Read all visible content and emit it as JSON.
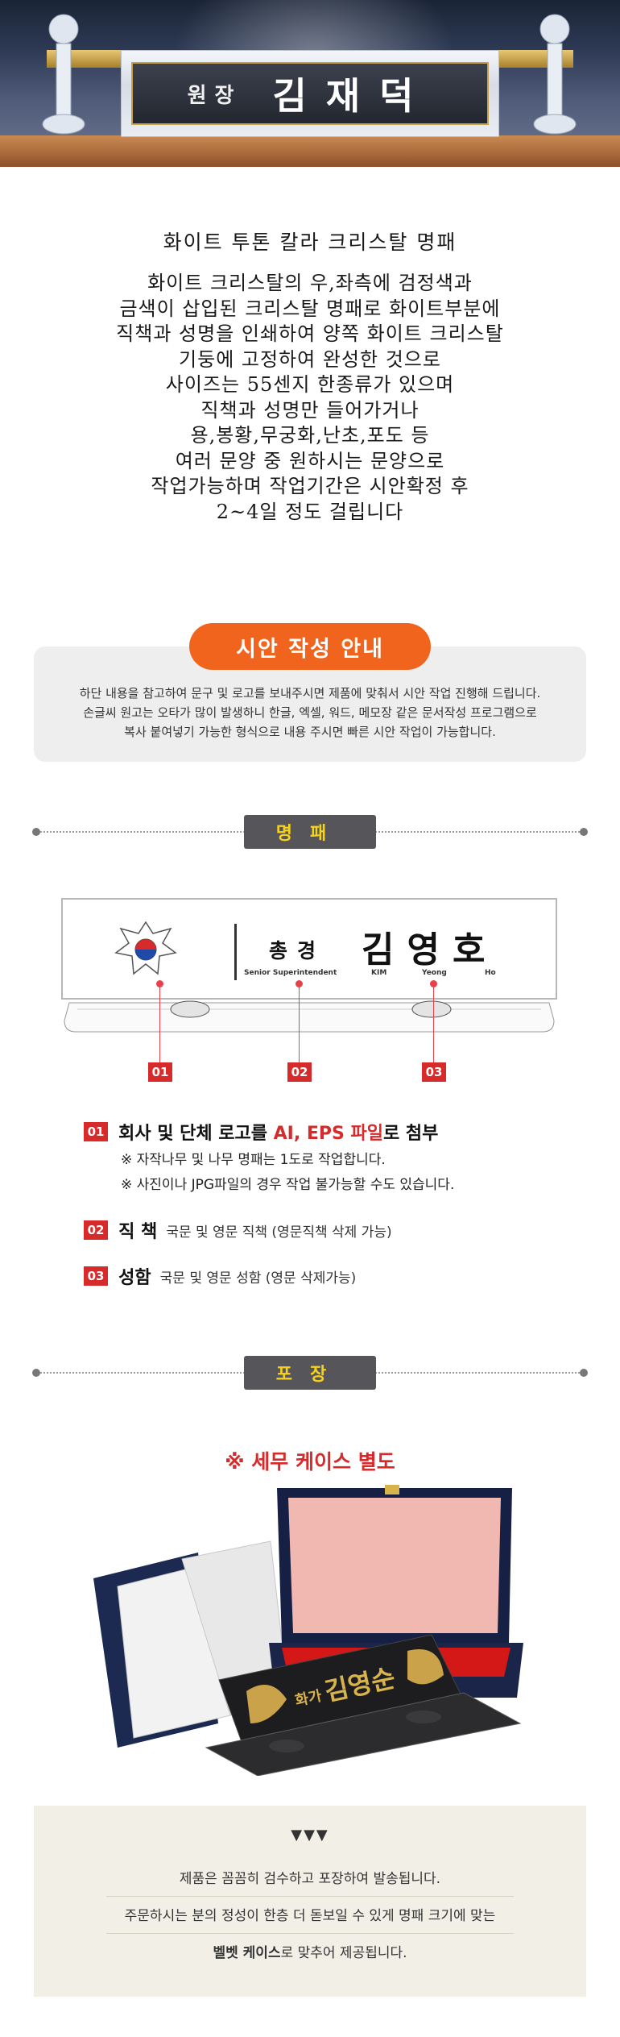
{
  "hero": {
    "title_small": "원장",
    "title_large": "김재덕"
  },
  "description": {
    "title": "화이트 투톤 칼라 크리스탈 명패",
    "lines": [
      "화이트 크리스탈의 우,좌측에 검정색과",
      "금색이 삽입된 크리스탈 명패로 화이트부분에",
      "직책과 성명을 인쇄하여 양쪽 화이트 크리스탈",
      "기둥에 고정하여  완성한 것으로",
      "사이즈는 55센지 한종류가 있으며",
      "직책과 성명만 들어가거나",
      "용,봉황,무궁화,난초,포도 등",
      "여러 문양 중 원하시는 문양으로",
      "작업가능하며 작업기간은 시안확정 후",
      "2~4일 정도 걸립니다"
    ]
  },
  "guide": {
    "badge": "시안 작성 안내",
    "lines": [
      "하단 내용을 참고하여 문구 및 로고를 보내주시면 제품에 맞춰서 시안 작업 진행해 드립니다.",
      "손글씨 원고는 오타가 많이 발생하니 한글, 엑셀, 워드, 메모장 같은 문서작성 프로그램으로",
      "복사 붙여넣기 가능한 형식으로 내용 주시면 빠른 시안 작업이 가능합니다."
    ]
  },
  "section_nameplate": {
    "badge": "명패",
    "plate": {
      "rank": "총경",
      "name": "김영호",
      "eng_rank": "Senior Superintendent",
      "eng_kim": "KIM",
      "eng_yeong": "Yeong",
      "eng_ho": "Ho"
    },
    "tags": [
      "01",
      "02",
      "03"
    ],
    "items": [
      {
        "num": "01",
        "head_a": "회사 및 단체 로고를 ",
        "head_red": "AI, EPS 파일",
        "head_b": "로 첨부",
        "notes": [
          "※ 자작나무 및 나무 명패는 1도로 작업합니다.",
          "※ 사진이나 JPG파일의 경우 작업 불가능할 수도 있습니다."
        ]
      },
      {
        "num": "02",
        "head": "직 책",
        "sub": "국문 및 영문 직책 (영문직책 삭제 가능)"
      },
      {
        "num": "03",
        "head": "성함",
        "sub": "국문 및 영문 성함 (영문 삭제가능)"
      }
    ]
  },
  "section_packaging": {
    "badge": "포장",
    "subtitle": "※ 세무 케이스 별도",
    "product_label_small": "화가",
    "product_label_name": "김영순"
  },
  "closing": {
    "arrows": "▼▼▼",
    "line1": "제품은 꼼꼼히 검수하고 포장하여 발송됩니다.",
    "line2": "주문하시는 분의 정성이 한층 더 돋보일 수 있게 명패 크기에 맞는",
    "line3_bold": "벨벳 케이스",
    "line3_rest": "로 맞추어 제공됩니다."
  },
  "colors": {
    "accent_orange": "#f0641e",
    "accent_red": "#d72a2a",
    "badge_gray": "#55555a",
    "badge_text_yellow": "#f6d21a"
  }
}
